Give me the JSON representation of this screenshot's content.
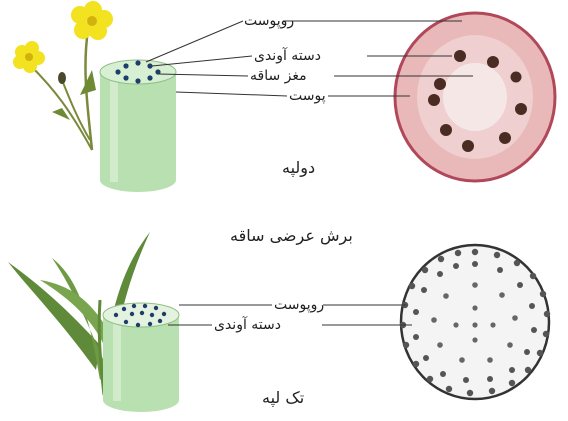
{
  "dicot": {
    "caption": "دولپه",
    "labels": {
      "epidermis": "روپوست",
      "vascular_bundle": "دسته آوندی",
      "pith": "مغز ساقه",
      "cortex": "پوست"
    },
    "colors": {
      "section_fill": "#e9b8b8",
      "section_edge": "#b0485a",
      "bundle": "#4a2c22",
      "flower": "#f2e21f"
    }
  },
  "monocot": {
    "caption": "تک لپه",
    "labels": {
      "epidermis": "روپوست",
      "vascular_bundle": "دسته آوندی"
    },
    "colors": {
      "section_fill": "#f4f4f4",
      "section_edge": "#333333",
      "bundle": "#555555",
      "leaf": "#5f8a3a"
    }
  },
  "center_caption": "برش عرضی ساقه",
  "stem_color": "#b9e0b0"
}
